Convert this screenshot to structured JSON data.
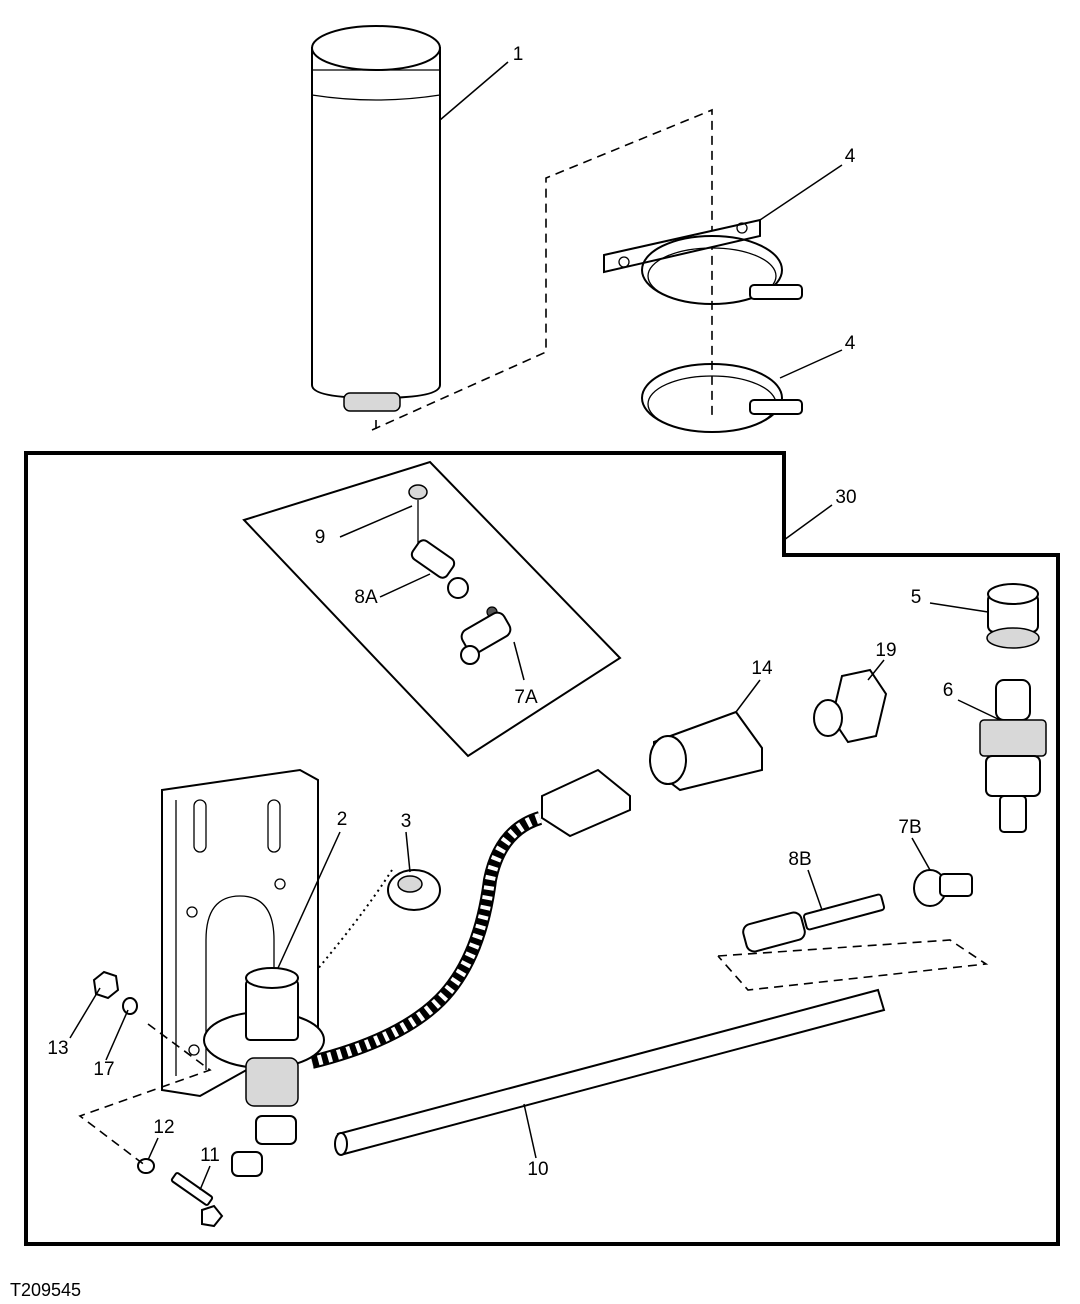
{
  "figure_id": "T209545",
  "callouts": {
    "c1": "1",
    "c4a": "4",
    "c4b": "4",
    "c30": "30",
    "c9": "9",
    "c8a": "8A",
    "c7a": "7A",
    "c5": "5",
    "c19": "19",
    "c14": "14",
    "c6": "6",
    "c2": "2",
    "c3": "3",
    "c7b": "7B",
    "c8b": "8B",
    "c13": "13",
    "c17": "17",
    "c12": "12",
    "c11": "11",
    "c10": "10"
  }
}
